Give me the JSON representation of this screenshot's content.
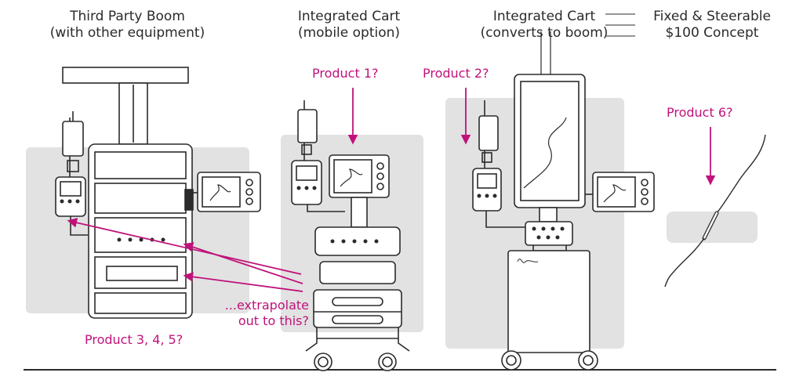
{
  "columns": [
    {
      "line1": "Third Party Boom",
      "line2": "(with other equipment)"
    },
    {
      "line1": "Integrated Cart",
      "line2": "(mobile option)"
    },
    {
      "line1": "Integrated Cart",
      "line2": "(converts to boom)"
    },
    {
      "line1": "Fixed & Steerable",
      "line2": "$100 Concept"
    }
  ],
  "annotations": {
    "product1": "Product 1?",
    "product2": "Product 2?",
    "product345": "Product 3, 4, 5?",
    "product6": "Product 6?",
    "extrapolate_line1": "...extrapolate",
    "extrapolate_line2": "out to this?"
  },
  "colors": {
    "accent": "#c0127a",
    "sketch": "#2b2b2b",
    "panel": "#e2e2e2",
    "background": "#ffffff"
  }
}
